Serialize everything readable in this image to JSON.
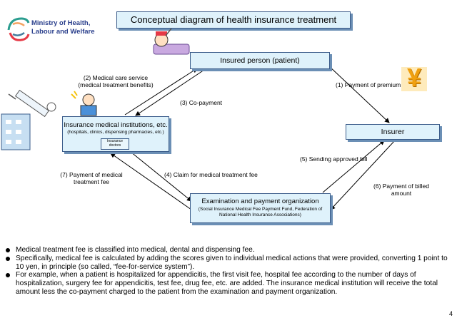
{
  "logo": {
    "line1": "Ministry of Health,",
    "line2": "Labour and Welfare"
  },
  "title": "Conceptual diagram of health insurance treatment",
  "nodes": {
    "insured": "Insured person (patient)",
    "institutions": {
      "title": "Insurance medical institutions, etc.",
      "subtitle": "(hospitals, clinics, dispensing pharmacies, etc.)",
      "doctors_line1": "Insurance",
      "doctors_line2": "doctors"
    },
    "insurer": "Insurer",
    "exam": {
      "title": "Examination and payment organization",
      "subtitle_line1": "(Social Insurance Medical Fee Payment Fund, Federation of",
      "subtitle_line2": "National Health Insurance Associations)"
    }
  },
  "flows": {
    "f1": "(1) Payment of premium",
    "f2_line1": "(2) Medical care service",
    "f2_line2": "(medical treatment benefits)",
    "f3": "(3) Co-payment",
    "f4": "(4) Claim for medical treatment fee",
    "f5": "(5) Sending approved bill",
    "f6_line1": "(6) Payment of billed",
    "f6_line2": "amount",
    "f7_line1": "(7) Payment of medical",
    "f7_line2": "treatment fee"
  },
  "icons": {
    "yen": "¥",
    "logo": "mhlw-logo-icon",
    "patient": "patient-in-bed-icon",
    "doctor": "doctor-icon",
    "hospital": "hospital-building-icon",
    "syringe": "syringe-icon"
  },
  "bullets": [
    "Medical treatment fee is classified into medical, dental and dispensing fee.",
    "Specifically, medical fee is calculated by adding the scores given to individual medical actions that were provided, converting 1 point to 10 yen, in principle (so called, “fee-for-service system”).",
    "For example, when a patient is hospitalized for appendicitis, the first visit fee, hospital fee according to the number of days of hospitalization, surgery fee for appendicitis, test fee, drug fee, etc. are added. The insurance medical institution will receive the total amount less the co-payment charged to the patient from the examination and payment organization."
  ],
  "page_number": "4",
  "colors": {
    "box_fill": "#dff2fb",
    "box_border": "#3b5c8a",
    "shadow": "#6b8fb5",
    "yen": "#f0a010"
  }
}
